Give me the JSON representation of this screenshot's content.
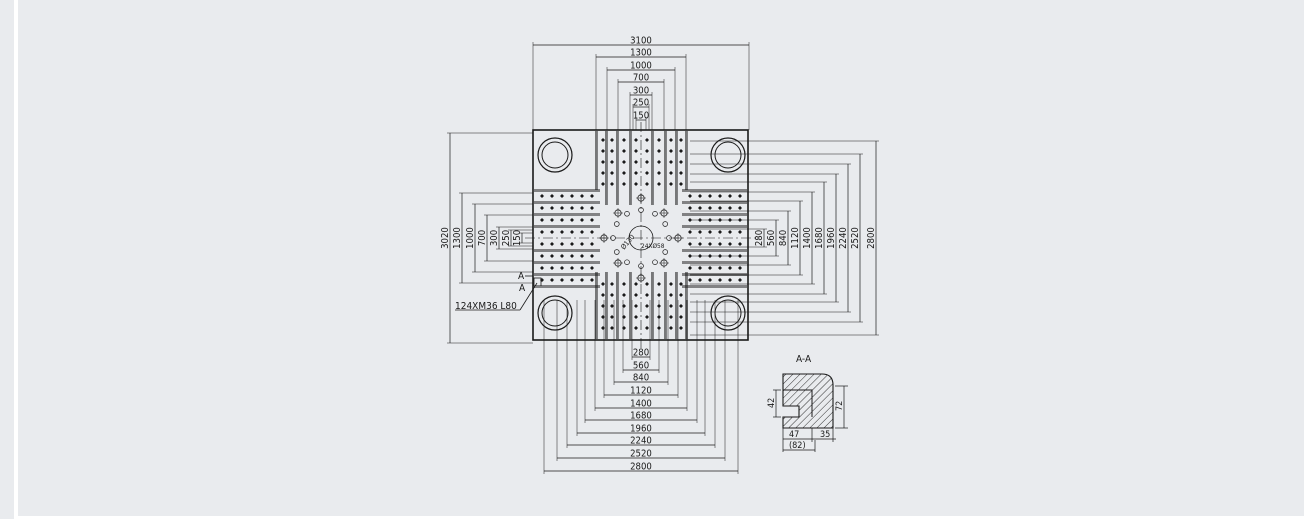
{
  "drawing": {
    "top_dimensions": [
      "3100",
      "1300",
      "1000",
      "700",
      "300",
      "250",
      "150"
    ],
    "left_dimensions": [
      "3020",
      "1300",
      "1000",
      "700",
      "300",
      "250",
      "150"
    ],
    "right_dimensions": [
      "280",
      "560",
      "840",
      "1120",
      "1400",
      "1680",
      "1960",
      "2240",
      "2520",
      "2800"
    ],
    "bottom_dimensions": [
      "280",
      "560",
      "840",
      "1120",
      "1400",
      "1680",
      "1960",
      "2240",
      "2520",
      "2800"
    ],
    "center_labels": {
      "ring": "Ø130",
      "bolt_circle": "24XØ58"
    },
    "thread_callout": "124XM36 L80",
    "section_marker": "A",
    "section_view": {
      "title": "A-A",
      "dimensions": {
        "left_height": "42",
        "right_height": "72",
        "bottom_left": "47",
        "bottom_right": "35",
        "bottom_total": "(82)"
      }
    }
  },
  "colors": {
    "background": "#e9ebee",
    "line": "#1a1a1a"
  }
}
